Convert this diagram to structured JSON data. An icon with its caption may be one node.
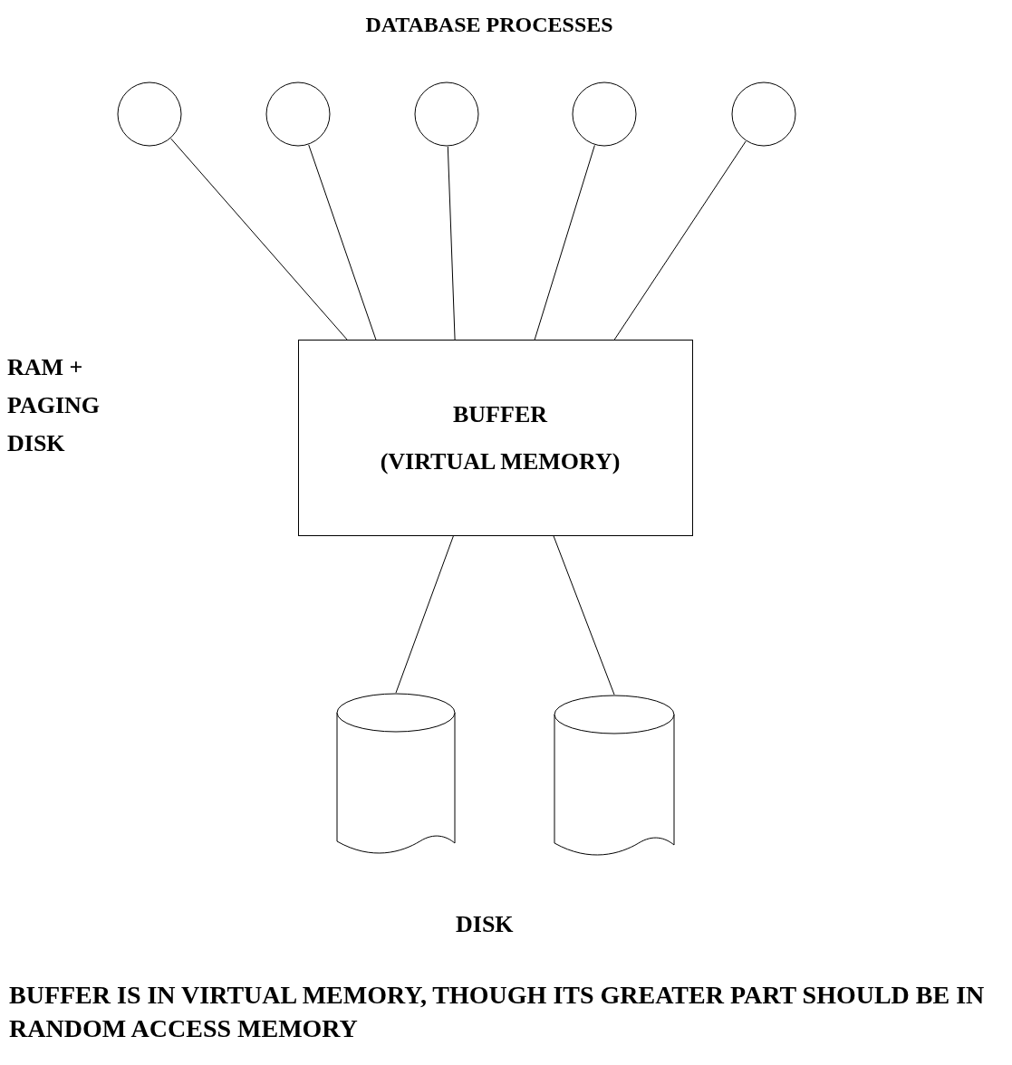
{
  "diagram": {
    "title": "DATABASE PROCESSES",
    "caption": "BUFFER IS IN VIRTUAL MEMORY, THOUGH ITS GREATER PART SHOULD BE IN RANDOM ACCESS MEMORY",
    "nodes": [
      {
        "text": [],
        "shape": "circle"
      },
      {
        "text": [],
        "shape": "circle"
      },
      {
        "text": [],
        "shape": "circle"
      },
      {
        "text": [],
        "shape": "circle"
      },
      {
        "text": [],
        "shape": "circle"
      },
      {
        "text": [
          "BUFFER",
          "(VIRTUAL MEMORY)"
        ]
      },
      {
        "text": [],
        "shape": "cylinder"
      },
      {
        "text": [],
        "shape": "cylinder"
      }
    ],
    "edges": [
      {
        "from": 0,
        "to": 5,
        "arrow": "none"
      },
      {
        "from": 1,
        "to": 5,
        "arrow": "none"
      },
      {
        "from": 2,
        "to": 5,
        "arrow": "none"
      },
      {
        "from": 3,
        "to": 5,
        "arrow": "none"
      },
      {
        "from": 4,
        "to": 5,
        "arrow": "none"
      },
      {
        "from": 5,
        "to": 6,
        "arrow": "none"
      },
      {
        "from": 5,
        "to": 7,
        "arrow": "none"
      }
    ],
    "labels": [
      "RAM + PAGING DISK",
      "DISK"
    ]
  }
}
